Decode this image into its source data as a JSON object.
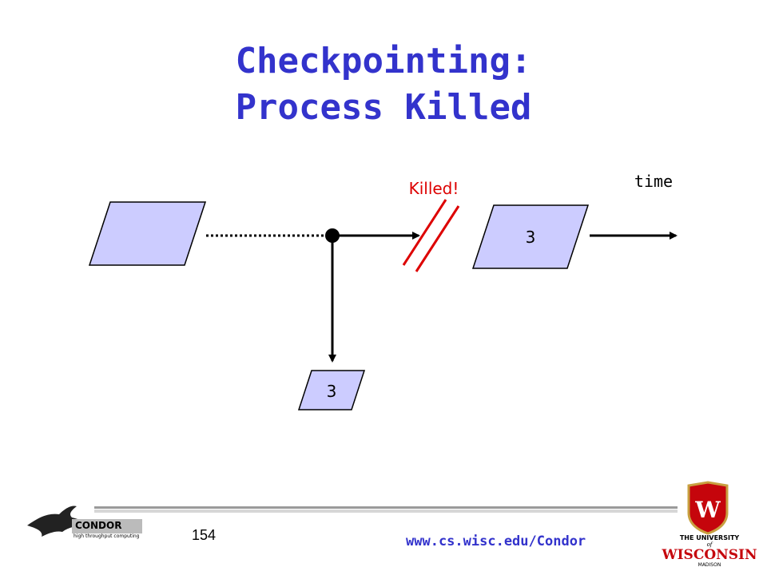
{
  "slide": {
    "title_line1": "Checkpointing:",
    "title_line2": "Process Killed",
    "page_number": "154",
    "footer_url": "www.cs.wisc.edu/Condor"
  },
  "diagram": {
    "killed_label": "Killed!",
    "time_label": "time",
    "running_box_label": "3",
    "checkpoint_box_label": "3"
  },
  "logos": {
    "condor_text": "CONDOR",
    "condor_tagline": "high throughput computing",
    "uw_line1": "THE UNIVERSITY",
    "uw_of": "of",
    "uw_line2": "WISCONSIN",
    "uw_line3": "MADISON",
    "uw_crest_letter": "W"
  },
  "colors": {
    "title": "#3333cc",
    "box_fill": "#ccccff",
    "killed": "#dd0000"
  }
}
